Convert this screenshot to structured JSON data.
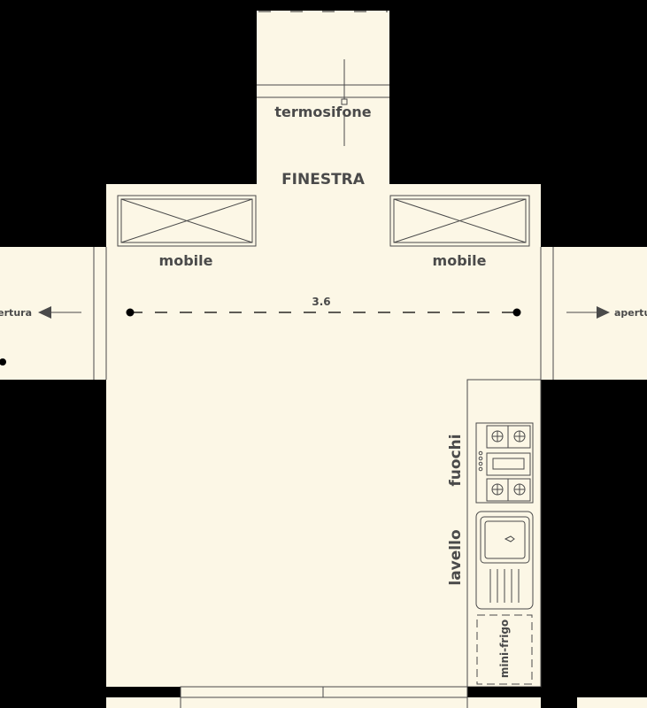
{
  "plan": {
    "colors": {
      "floor": "#fcf7e6",
      "wall": "#000000",
      "line": "#4a4a4a"
    },
    "labels": {
      "window": "FINESTRA",
      "radiator": "termosifone",
      "cabinet_left": "mobile",
      "cabinet_right": "mobile",
      "dimension": "3.6",
      "opening_left": "apertura",
      "opening_right": "apertura",
      "stove": "fuochi",
      "sink": "lavello",
      "minifridge": "mini-frigo"
    },
    "icons": {
      "cabinet": "crossed-box-icon",
      "stove": "four-burner-hob-icon",
      "sink": "sink-icon",
      "arrow": "arrow-icon",
      "crosshair": "crosshair-icon"
    }
  }
}
